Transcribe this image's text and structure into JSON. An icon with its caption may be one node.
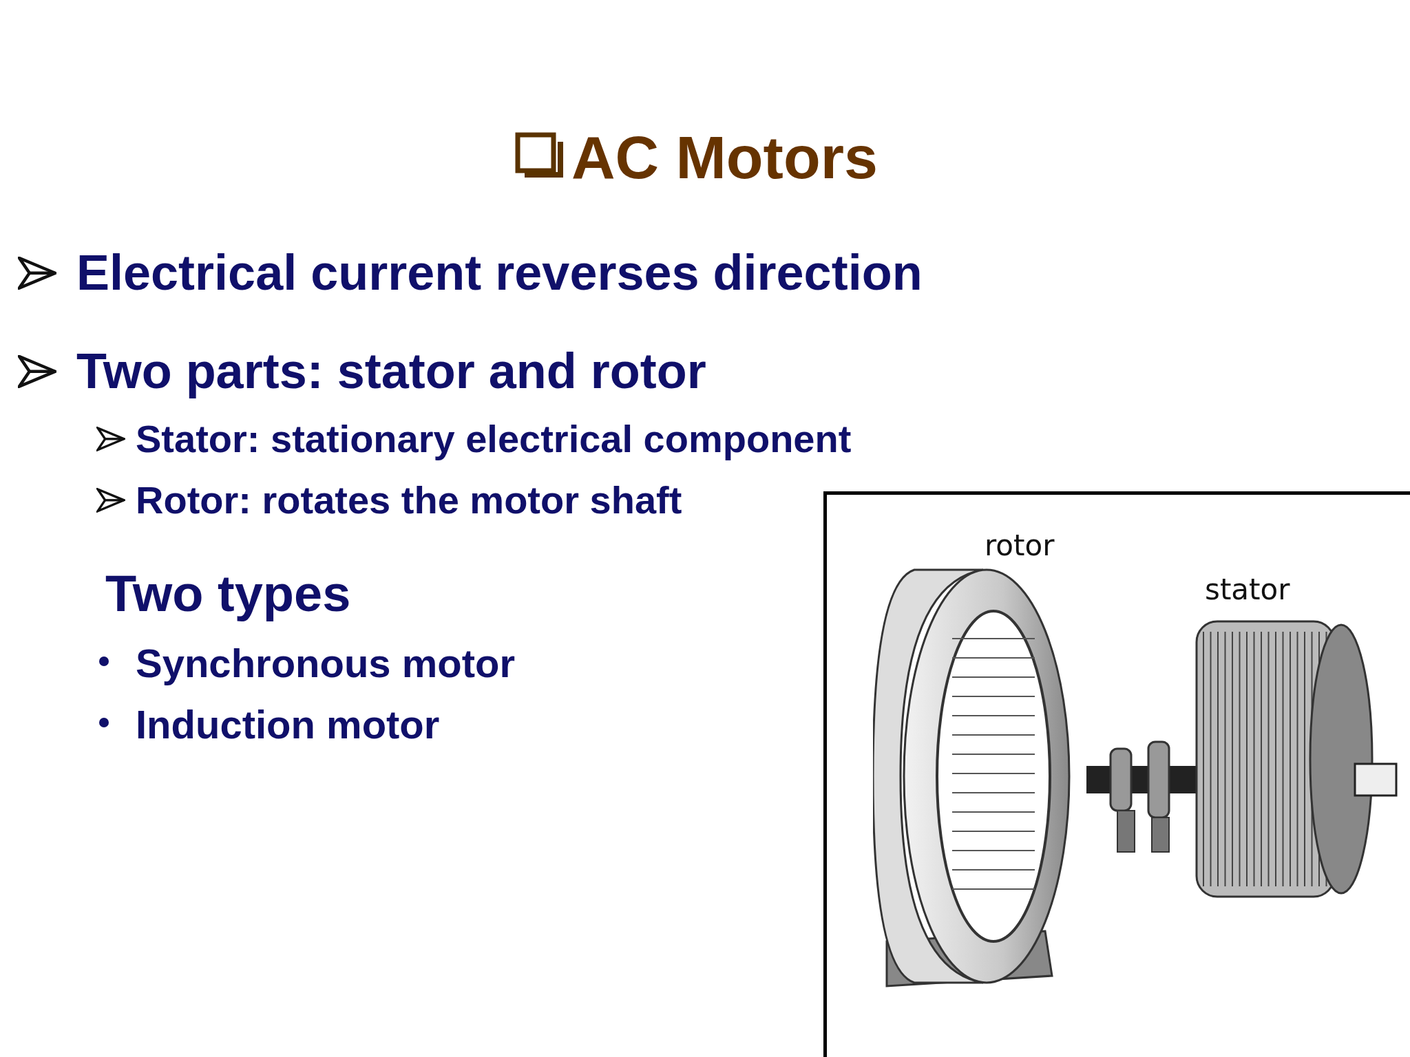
{
  "diagram": {
    "title": "AC Motors",
    "labels": [
      "Electrical current reverses direction",
      "Two parts: stator and rotor",
      "Stator: stationary electrical component",
      "Rotor: rotates the motor shaft",
      "Two types",
      "Synchronous motor",
      "Induction motor",
      "rotor",
      "stator"
    ]
  }
}
